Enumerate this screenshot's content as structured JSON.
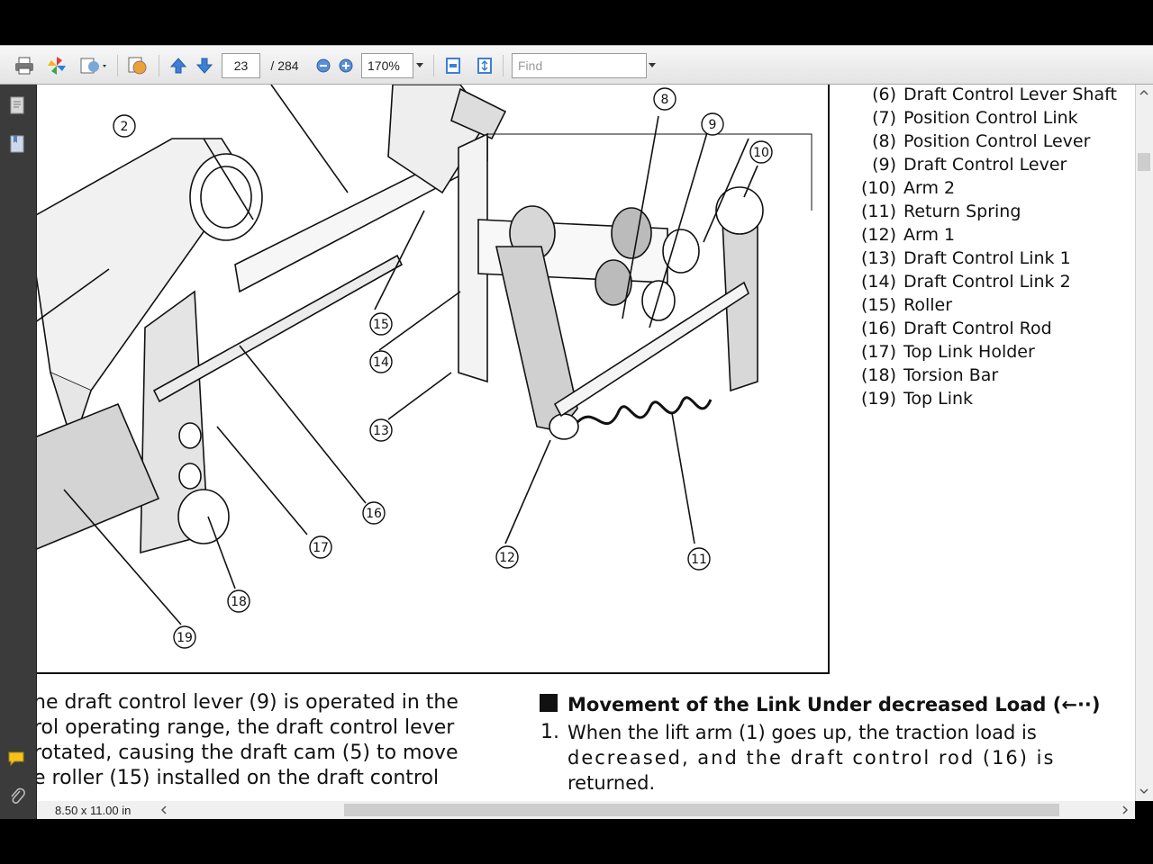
{
  "toolbar": {
    "page_current": "23",
    "page_total": "/ 284",
    "zoom": "170%",
    "find_placeholder": "Find"
  },
  "legend": [
    {
      "num": "(6)",
      "label": "Draft Control Lever Shaft"
    },
    {
      "num": "(7)",
      "label": "Position Control Link"
    },
    {
      "num": "(8)",
      "label": "Position Control Lever"
    },
    {
      "num": "(9)",
      "label": "Draft Control Lever"
    },
    {
      "num": "(10)",
      "label": "Arm 2"
    },
    {
      "num": "(11)",
      "label": "Return Spring"
    },
    {
      "num": "(12)",
      "label": "Arm 1"
    },
    {
      "num": "(13)",
      "label": "Draft Control Link 1"
    },
    {
      "num": "(14)",
      "label": "Draft Control Link 2"
    },
    {
      "num": "(15)",
      "label": "Roller"
    },
    {
      "num": "(16)",
      "label": "Draft Control Rod"
    },
    {
      "num": "(17)",
      "label": "Top Link Holder"
    },
    {
      "num": "(18)",
      "label": "Torsion Bar"
    },
    {
      "num": "(19)",
      "label": "Top Link"
    }
  ],
  "callouts": [
    "2",
    "8",
    "9",
    "10",
    "15",
    "14",
    "13",
    "16",
    "17",
    "18",
    "19",
    "12",
    "11"
  ],
  "left_text": [
    "he draft control lever (9) is operated in the",
    "rol operating range, the draft control lever",
    "rotated, causing the draft cam (5) to move",
    "e roller (15) installed on the draft control"
  ],
  "right_heading": "Movement of the Link Under decreased Load (←··)",
  "right_item_number": "1.",
  "right_item_lines": [
    "When the lift arm (1) goes up, the traction load is",
    "decreased, and the draft control rod (16) is",
    "returned."
  ],
  "status": {
    "page_size": "8.50 x 11.00 in"
  }
}
